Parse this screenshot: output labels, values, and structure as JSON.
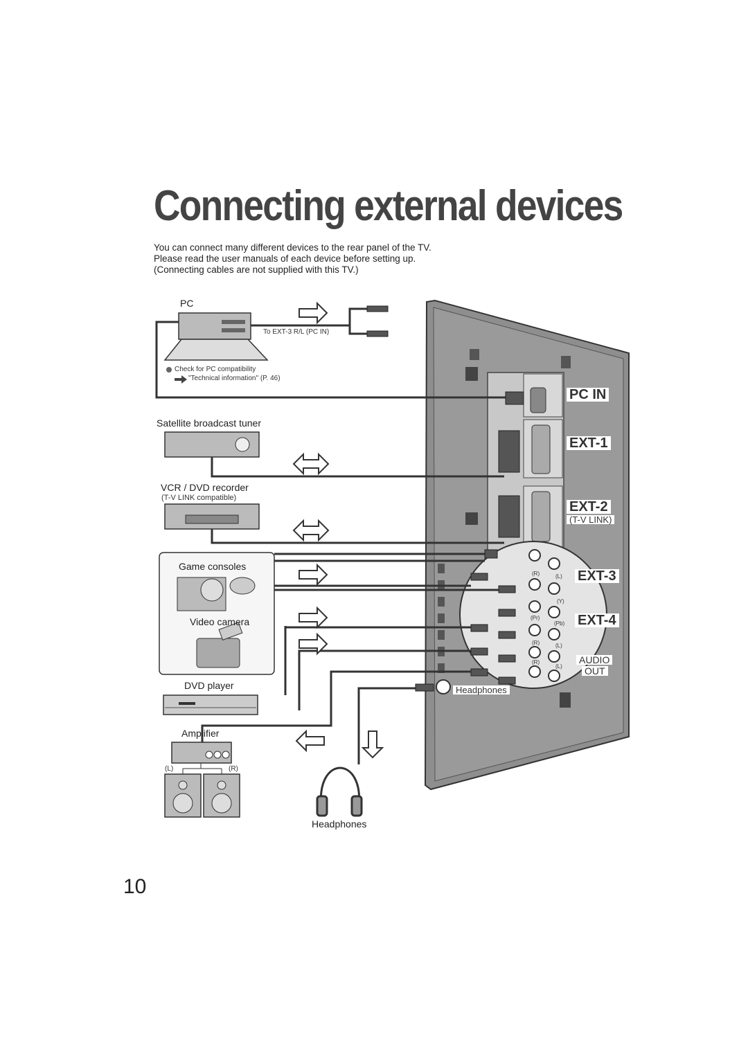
{
  "title": "Connecting external devices",
  "intro": [
    "You can connect many different devices to the rear panel of the TV.",
    "Please read the user manuals of each device before setting up.",
    "(Connecting cables are not supplied with this TV.)"
  ],
  "devices": {
    "pc": "PC",
    "pc_cable_note": "To EXT-3 R/L (PC IN)",
    "pc_check": "Check for PC compatibility",
    "pc_ref": "\"Technical information\" (P. 46)",
    "satellite": "Satellite broadcast tuner",
    "vcr": "VCR / DVD recorder",
    "vcr_note": "(T-V LINK compatible)",
    "game": "Game consoles",
    "camera": "Video camera",
    "dvd": "DVD player",
    "amplifier": "Amplifier",
    "amp_left": "(L)",
    "amp_right": "(R)",
    "headphones": "Headphones"
  },
  "ports": {
    "pc_in": "PC IN",
    "ext1": "EXT-1",
    "ext2": "EXT-2",
    "tv_link": "(T-V LINK)",
    "ext3": "EXT-3",
    "ext4": "EXT-4",
    "audio": "AUDIO",
    "out": "OUT",
    "headphones_jack": "Headphones"
  },
  "jack_labels": {
    "r1": "(R)",
    "l1": "(L)",
    "y": "(Y)",
    "pr": "(Pr)",
    "pb": "(Pb)",
    "r2": "(R)",
    "l2": "(L)",
    "r3": "(R)",
    "l3": "(L)"
  },
  "page_number": "10"
}
